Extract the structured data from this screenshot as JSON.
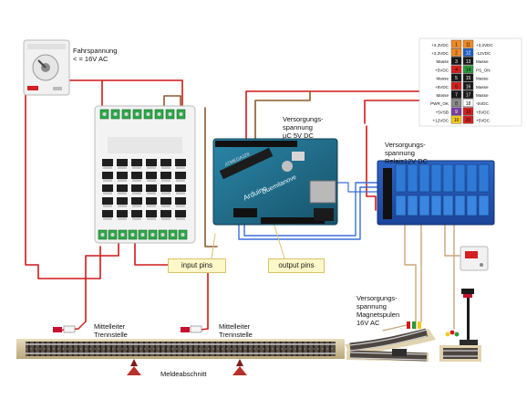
{
  "labels": {
    "fahrspannung": "Fahrspannung",
    "fahrspannung_value": "< = 16V AC",
    "versorgung_uc_1": "Versorgungs-",
    "versorgung_uc_2": "spannung",
    "versorgung_uc_3": "µC 5V DC",
    "versorgung_relais_1": "Versorgungs-",
    "versorgung_relais_2": "spannung",
    "versorgung_relais_3": "Relais12V DC",
    "versorgung_magnet_1": "Versorgungs-",
    "versorgung_magnet_2": "spannung",
    "versorgung_magnet_3": "Magnetspulen",
    "versorgung_magnet_4": "16V AC",
    "mittelleiter_left_1": "Mittelleiter",
    "mittelleiter_left_2": "Trennstelle",
    "mittelleiter_right_1": "Mittelleiter",
    "mittelleiter_right_2": "Trennstelle",
    "meldeabschnitt": "Meldeabschnitt",
    "input_pins": "input pins",
    "output_pins": "output pins",
    "arduino_brand": "Arduino",
    "arduino_model": "Duemilanove",
    "arduino_chip": "ATMEGA328"
  },
  "atx_connector": {
    "left_labels": [
      "+3,3VDC",
      "+3,3VDC",
      "Masse",
      "+5VDC",
      "Masse",
      "+5VDC",
      "Masse",
      "PWR_OK",
      "+5VSB",
      "+12VDC"
    ],
    "left_pins": [
      "1",
      "2",
      "3",
      "4",
      "5",
      "6",
      "7",
      "8",
      "9",
      "10"
    ],
    "right_pins": [
      "11",
      "12",
      "13",
      "14",
      "15",
      "16",
      "17",
      "18",
      "19",
      "20"
    ],
    "right_labels": [
      "+3,3VDC",
      "-12VDC",
      "Masse",
      "PS_ON",
      "Masse",
      "Masse",
      "Masse",
      "-5VDC",
      "+5VDC",
      "+5VDC"
    ],
    "pin_colors": [
      "#f08a24",
      "#f08a24",
      "#1a1a1a",
      "#d42020",
      "#1a1a1a",
      "#d42020",
      "#1a1a1a",
      "#8a8a8a",
      "#7a3fa0",
      "#f2c81e"
    ],
    "right_pin_colors": [
      "#f08a24",
      "#1f5fc4",
      "#1a1a1a",
      "#2a9a3a",
      "#1a1a1a",
      "#1a1a1a",
      "#1a1a1a",
      "#ffffff",
      "#d42020",
      "#d42020"
    ]
  },
  "colors": {
    "wire_red": "#d01818",
    "wire_brown": "#8b5a2b",
    "wire_blue": "#3a6fd8",
    "wire_tan": "#c9a57a",
    "callout_bg": "#fdf7c9",
    "callout_border": "#d8c46a",
    "arduino_board": "#1f6e8c",
    "relay_board": "#2456b8",
    "relay_block": "#2f7ad6"
  }
}
